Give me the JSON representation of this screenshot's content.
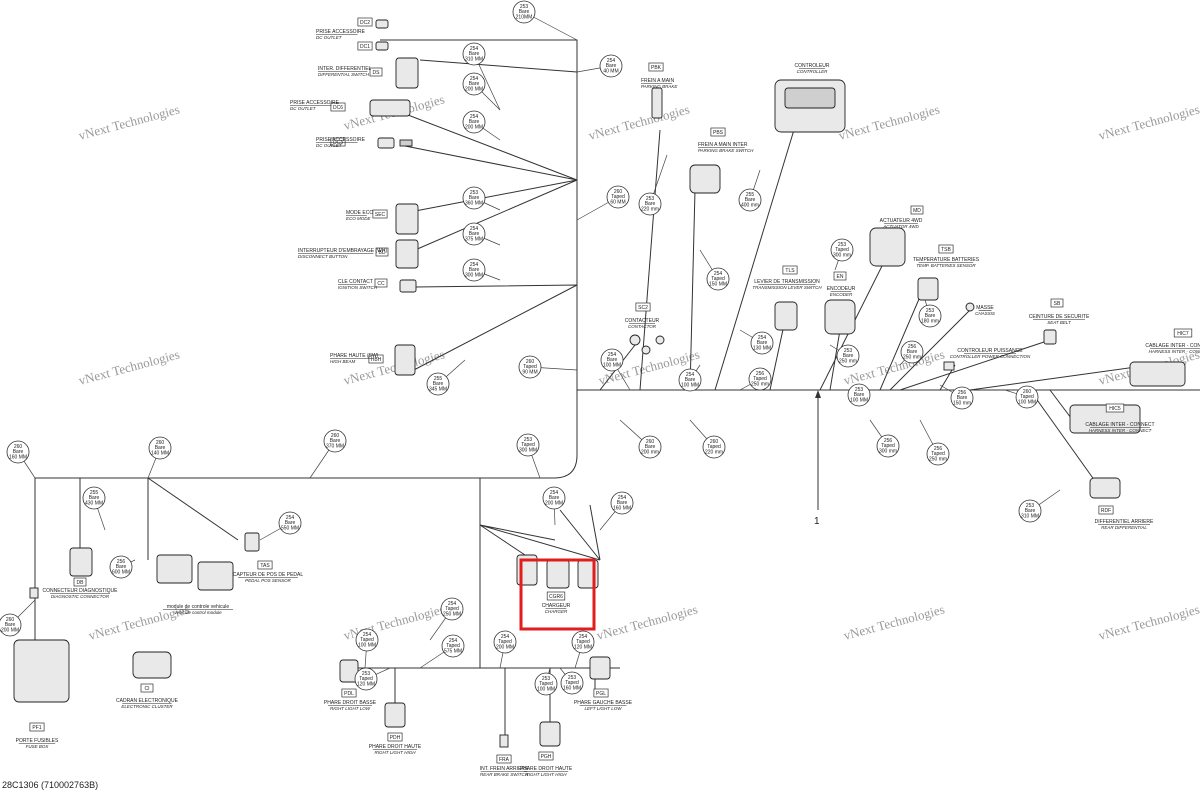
{
  "figure": {
    "ref_code": "28C1306 (710002763B)",
    "ref_number": "1",
    "watermark": "vNext Technologies",
    "highlight_color": "#e11d1d"
  },
  "segments": [
    {
      "id": "s1",
      "lines": [
        "253",
        "Bare",
        "210MM"
      ]
    },
    {
      "id": "s2",
      "lines": [
        "254",
        "Bare",
        "310 MM"
      ]
    },
    {
      "id": "s3",
      "lines": [
        "254",
        "Bare",
        "40 MM"
      ]
    },
    {
      "id": "s4",
      "lines": [
        "254",
        "Bare",
        "200 MM"
      ]
    },
    {
      "id": "s5",
      "lines": [
        "254",
        "Bare",
        "200 MM"
      ]
    },
    {
      "id": "s6",
      "lines": [
        "253",
        "Bare",
        "360 MM"
      ]
    },
    {
      "id": "s7",
      "lines": [
        "254",
        "Bare",
        "375 MM"
      ]
    },
    {
      "id": "s8",
      "lines": [
        "254",
        "Bare",
        "300 MM"
      ]
    },
    {
      "id": "s9",
      "lines": [
        "255",
        "Bare",
        "345 MM"
      ]
    },
    {
      "id": "s10",
      "lines": [
        "260",
        "Taped",
        "60 MM"
      ]
    },
    {
      "id": "s11",
      "lines": [
        "253",
        "Bare",
        "220 mm"
      ]
    },
    {
      "id": "s12",
      "lines": [
        "254",
        "Taped",
        "150 MM"
      ]
    },
    {
      "id": "s13",
      "lines": [
        "255",
        "Bare",
        "400 mm"
      ]
    },
    {
      "id": "s14",
      "lines": [
        "253",
        "Taped",
        "300 mm"
      ]
    },
    {
      "id": "s15",
      "lines": [
        "253",
        "Bare",
        "180 mm"
      ]
    },
    {
      "id": "s16",
      "lines": [
        "254",
        "Bare",
        "100 MM"
      ]
    },
    {
      "id": "s17",
      "lines": [
        "254",
        "Bare",
        "130 MM"
      ]
    },
    {
      "id": "s18",
      "lines": [
        "253",
        "Bare",
        "250 mm"
      ]
    },
    {
      "id": "s19",
      "lines": [
        "254",
        "Bare",
        "100 MM"
      ]
    },
    {
      "id": "s20",
      "lines": [
        "256",
        "Taped",
        "250 mm"
      ]
    },
    {
      "id": "s21",
      "lines": [
        "260",
        "Taped",
        "90 MM"
      ]
    },
    {
      "id": "s22",
      "lines": [
        "256",
        "Bare",
        "150 mm"
      ]
    },
    {
      "id": "s23",
      "lines": [
        "253",
        "Bare",
        "100 MM"
      ]
    },
    {
      "id": "s24",
      "lines": [
        "256",
        "Bare",
        "250 mm"
      ]
    },
    {
      "id": "s25",
      "lines": [
        "260",
        "Bare",
        "200 mm"
      ]
    },
    {
      "id": "s26",
      "lines": [
        "260",
        "Taped",
        "220 mm"
      ]
    },
    {
      "id": "s27",
      "lines": [
        "256",
        "Taped",
        "300 mm"
      ]
    },
    {
      "id": "s28",
      "lines": [
        "256",
        "Taped",
        "250 mm"
      ]
    },
    {
      "id": "s29",
      "lines": [
        "253",
        "Bare",
        "310 MM"
      ]
    },
    {
      "id": "s30",
      "lines": [
        "260",
        "Taped",
        "100 MM"
      ]
    },
    {
      "id": "s31",
      "lines": [
        "260",
        "Bare",
        "160 MM"
      ]
    },
    {
      "id": "s32",
      "lines": [
        "260",
        "Bare",
        "140 MM"
      ]
    },
    {
      "id": "s33",
      "lines": [
        "260",
        "Bare",
        "370 MM"
      ]
    },
    {
      "id": "s34",
      "lines": [
        "255",
        "Bare",
        "430 MM"
      ]
    },
    {
      "id": "s35",
      "lines": [
        "254",
        "Bare",
        "550 MM"
      ]
    },
    {
      "id": "s36",
      "lines": [
        "256",
        "Bare",
        "600 MM"
      ]
    },
    {
      "id": "s37",
      "lines": [
        "260",
        "Bare",
        "200 MM"
      ]
    },
    {
      "id": "s38",
      "lines": [
        "254",
        "Bare",
        "200 MM"
      ]
    },
    {
      "id": "s39",
      "lines": [
        "254",
        "Bare",
        "160 MM"
      ]
    },
    {
      "id": "s40",
      "lines": [
        "254",
        "Taped",
        "250 MM"
      ]
    },
    {
      "id": "s41",
      "lines": [
        "254",
        "Taped",
        "575 MM"
      ]
    },
    {
      "id": "s42",
      "lines": [
        "254",
        "Taped",
        "100 MM"
      ]
    },
    {
      "id": "s43",
      "lines": [
        "254",
        "Taped",
        "120 MM"
      ]
    },
    {
      "id": "s44",
      "lines": [
        "254",
        "Taped",
        "200 MM"
      ]
    },
    {
      "id": "s45",
      "lines": [
        "253",
        "Taped",
        "300 MM"
      ]
    },
    {
      "id": "s46",
      "lines": [
        "253",
        "Taped",
        "120 MM"
      ]
    },
    {
      "id": "s47",
      "lines": [
        "253",
        "Taped",
        "160 MM"
      ]
    },
    {
      "id": "s48",
      "lines": [
        "253",
        "Taped",
        "100 MM"
      ]
    }
  ],
  "connectors": [
    {
      "id": "c1",
      "code": "DC2",
      "label": "PRISE ACCESSOIRE",
      "label_en": "DC OUTLET"
    },
    {
      "id": "c2",
      "code": "DC1",
      "label": "",
      "label_en": ""
    },
    {
      "id": "c3",
      "code": "DS",
      "label": "INTER. DIFFERENTIEL",
      "label_en": "DIFFERENTIAL SWITCH"
    },
    {
      "id": "c4",
      "code": "DC6",
      "label": "PRISE ACCESSOIRE",
      "label_en": "DC OUTLET"
    },
    {
      "id": "c5",
      "code": "DC3",
      "label": "PRISE ACCESSOIRE",
      "label_en": "DC OUTLET"
    },
    {
      "id": "c6",
      "code": "SEC",
      "label": "MODE ECO",
      "label_en": "ECO MODE"
    },
    {
      "id": "c7",
      "code": "BD",
      "label": "INTERRUPTEUR D'EMBRAYAGE (WH)",
      "label_en": "DISCONNECT BUTTON"
    },
    {
      "id": "c8",
      "code": "CC",
      "label": "CLE CONTACT",
      "label_en": "IGNITION SWITCH"
    },
    {
      "id": "c9",
      "code": "HBH",
      "label": "PHARE HAUTE (SW)",
      "label_en": "HIGH BEAM"
    },
    {
      "id": "c10",
      "code": "PBK",
      "label": "FREIN A MAIN",
      "label_en": "PARKING BRAKE"
    },
    {
      "id": "c11",
      "code": "PBS",
      "label": "FREIN A MAIN INTER",
      "label_en": "PARKING BRAKE SWITCH"
    },
    {
      "id": "c12",
      "code": "",
      "label": "CONTROLEUR",
      "label_en": "CONTROLLER"
    },
    {
      "id": "c13",
      "code": "MD",
      "label": "ACTUATEUR 4WD",
      "label_en": "ACTUATOR 4WD"
    },
    {
      "id": "c14",
      "code": "TSB",
      "label": "TEMPERATURE BATTERIES",
      "label_en": "TEMP. BATTERIES SENSOR"
    },
    {
      "id": "c15",
      "code": "TLS",
      "label": "LEVIER DE TRANSMISSION",
      "label_en": "TRANSMISSION LEVER SWITCH"
    },
    {
      "id": "c16",
      "code": "EN",
      "label": "ENCODEUR",
      "label_en": "ENCODER"
    },
    {
      "id": "c17",
      "code": "",
      "label": "MASSE",
      "label_en": "CHASSIS"
    },
    {
      "id": "c18",
      "code": "SB",
      "label": "CEINTURE DE SECURITE",
      "label_en": "SEAT BELT"
    },
    {
      "id": "c19",
      "code": "SC2",
      "label": "CONTACTEUR",
      "label_en": "CONTACTOR"
    },
    {
      "id": "c20",
      "code": "",
      "label": "CONTROLEUR PUISSANCE",
      "label_en": "CONTROLLER POWER CONNECTION"
    },
    {
      "id": "c21",
      "code": "HIC7",
      "label": "CABLAGE INTER - CONNECT",
      "label_en": "HARNESS INTER - CONNECT"
    },
    {
      "id": "c22",
      "code": "HIC5",
      "label": "CABLAGE INTER - CONNECT",
      "label_en": "HARNESS INTER - CONNECT"
    },
    {
      "id": "c23",
      "code": "RDF",
      "label": "DIFFERENTIEL ARRIERE",
      "label_en": "REAR DIFFERENTIAL"
    },
    {
      "id": "c24",
      "code": "DB",
      "label": "CONNECTEUR DIAGNOSTIQUE",
      "label_en": "DIAGNOSTIC CONNECTOR"
    },
    {
      "id": "c25",
      "code": "",
      "label": "module de controle vehicule",
      "label_en": "vehicule control module"
    },
    {
      "id": "c26",
      "code": "TAS",
      "label": "CAPTEUR DE POS DE PEDAL",
      "label_en": "PEDAL POS SENSOR"
    },
    {
      "id": "c27",
      "code": "CI",
      "label": "CADRAN ELECTRONIQUE",
      "label_en": "ELECTRONIC CLUSTER"
    },
    {
      "id": "c28",
      "code": "PF1",
      "label": "PORTE FUSIBLES",
      "label_en": "FUSE BOX"
    },
    {
      "id": "c29",
      "code": "CGR6",
      "label": "CHARGEUR",
      "label_en": "CHARGER"
    },
    {
      "id": "c30",
      "code": "PDL",
      "label": "PHARE DROIT BASSE",
      "label_en": "RIGHT LIGHT LOW"
    },
    {
      "id": "c31",
      "code": "PDH",
      "label": "PHARE DROIT HAUTE",
      "label_en": "RIGHT LIGHT HIGH"
    },
    {
      "id": "c32",
      "code": "FRA",
      "label": "INT. FREIN ARRIERE",
      "label_en": "REAR BRAKE SWITCH"
    },
    {
      "id": "c33",
      "code": "PGH",
      "label": "PHARE DROIT HAUTE",
      "label_en": "RIGHT LIGHT HIGH"
    },
    {
      "id": "c34",
      "code": "PGL",
      "label": "PHARE GAUCHE BASSE",
      "label_en": "LEFT LIGHT LOW"
    }
  ]
}
